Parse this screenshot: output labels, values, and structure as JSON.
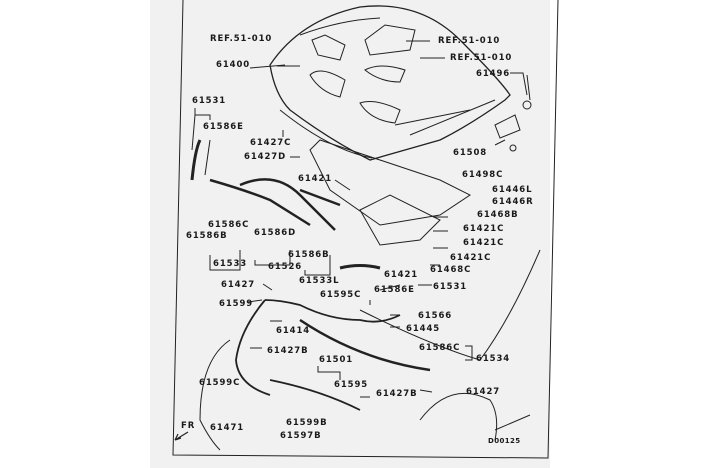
{
  "diagram": {
    "drawing_id": "D00125",
    "direction_label": "FR",
    "labels": {
      "ref_left": "REF.51-010",
      "ref_right_top": "REF.51-010",
      "ref_right_mid": "REF.51-010",
      "p61400": "61400",
      "p61496": "61496",
      "p61531_top": "61531",
      "p61586E_top": "61586E",
      "p61427C": "61427C",
      "p61427D": "61427D",
      "p61508": "61508",
      "p61498C_a": "61498C",
      "p61446L": "61446L",
      "p61446R": "61446R",
      "p61421_left": "61421",
      "p61468B": "61468B",
      "p61421C_1": "61421C",
      "p61421C_2": "61421C",
      "p61421C_3": "61421C",
      "p61468C": "61468C",
      "p61586C_left": "61586C",
      "p61586B_left": "61586B",
      "p61586D": "61586D",
      "p61586B_mid": "61586B",
      "p61533": "61533",
      "p61526": "61526",
      "p61533L": "61533L",
      "p61421_mid": "61421",
      "p61586E_mid": "61586E",
      "p61531_mid": "61531",
      "p61427_top": "61427",
      "p61599": "61599",
      "p61595C": "61595C",
      "p61566": "61566",
      "p61445": "61445",
      "p61414": "61414",
      "p61427B_left": "61427B",
      "p61501": "61501",
      "p61586C_right": "61586C",
      "p61534": "61534",
      "p61599C": "61599C",
      "p61595": "61595",
      "p61427_right": "61427",
      "p61427B_right": "61427B",
      "p61471": "61471",
      "p61599B": "61599B",
      "p61597B": "61597B"
    }
  }
}
